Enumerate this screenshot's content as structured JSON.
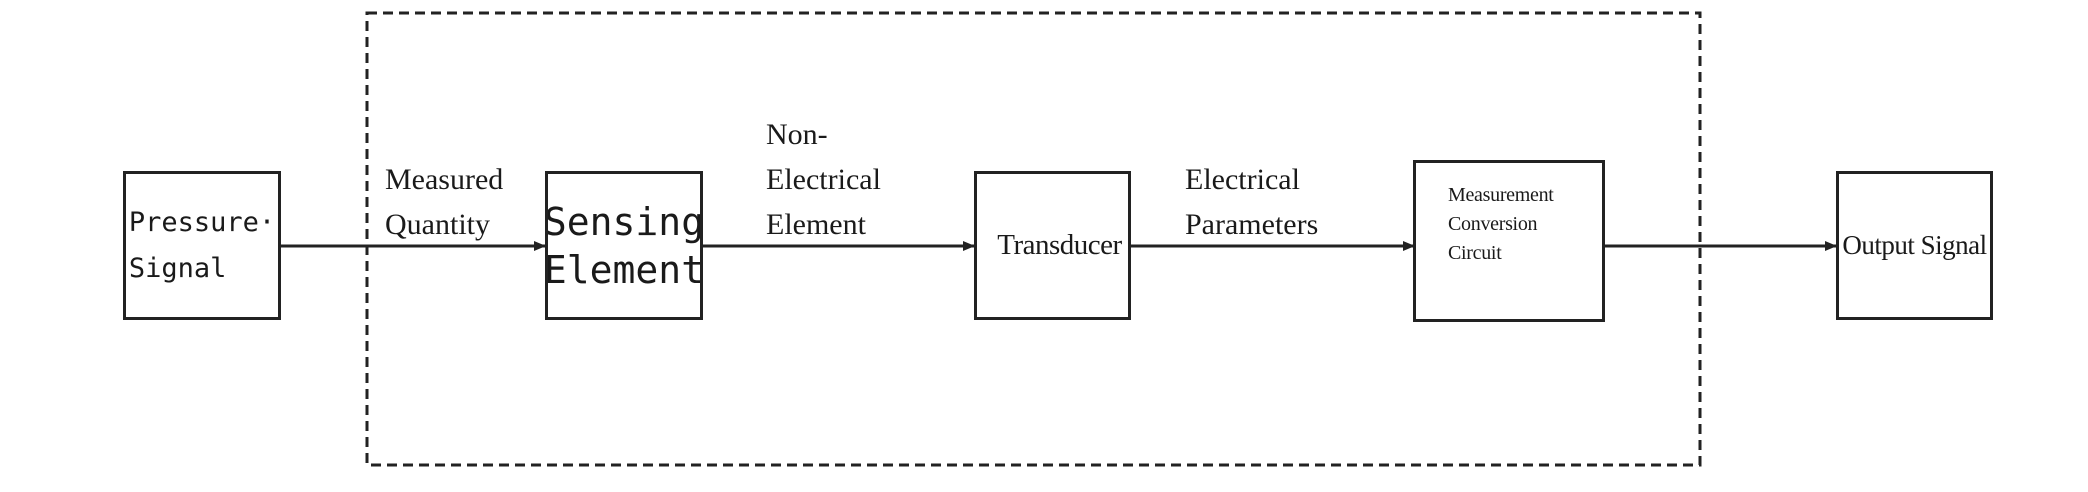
{
  "blocks": {
    "pressure_signal": "Pressure·\nSignal",
    "sensing_element": "Sensing\nElement",
    "transducer": "Transducer",
    "measurement_conversion_circuit": "Measurement\nConversion\nCircuit",
    "output_signal": "Output Signal"
  },
  "edge_labels": {
    "measured_quantity": "Measured\nQuantity",
    "non_electrical_element": "Non-\nElectrical\nElement",
    "electrical_parameters": "Electrical\nParameters"
  },
  "colors": {
    "line": "#222222",
    "text": "#1a1a1a",
    "background": "#ffffff"
  }
}
